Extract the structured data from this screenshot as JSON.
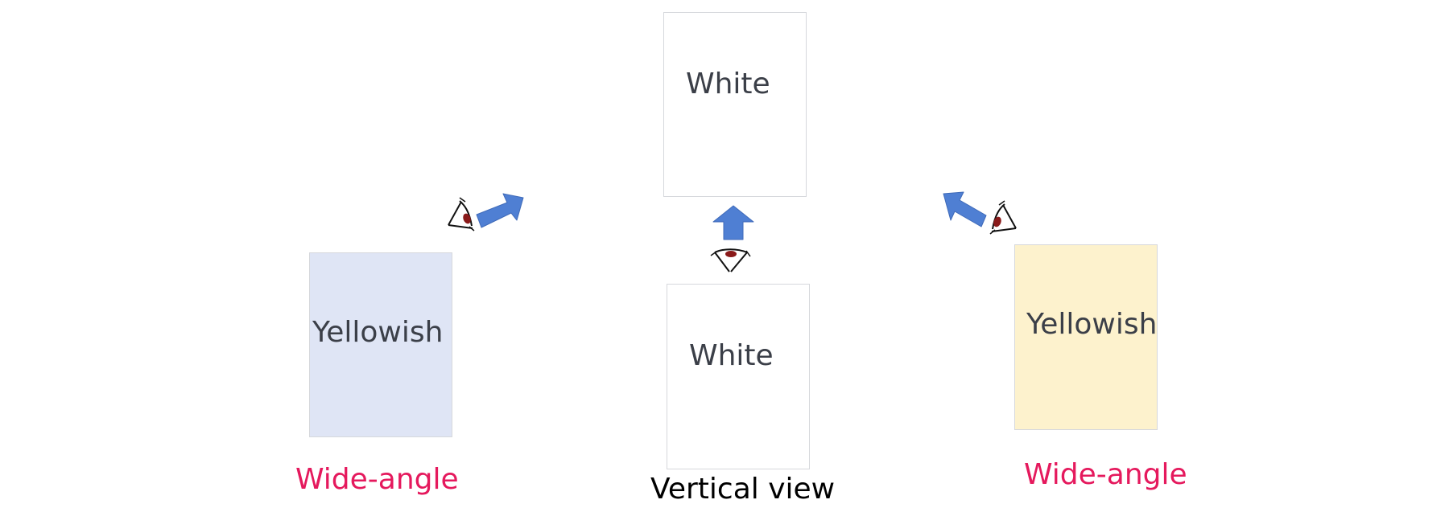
{
  "panels": {
    "top": {
      "label": "White",
      "fill": "#ffffff"
    },
    "bottom": {
      "label": "White",
      "fill": "#ffffff"
    },
    "left": {
      "label": "Yellowish",
      "fill": "#dfe5f5"
    },
    "right": {
      "label": "Yellowish",
      "fill": "#fdf2cd"
    }
  },
  "captions": {
    "left": {
      "text": "Wide-angle",
      "color": "#e5195d"
    },
    "center": {
      "text": "Vertical view",
      "color": "#000000"
    },
    "right": {
      "text": "Wide-angle",
      "color": "#e5195d"
    }
  },
  "colors": {
    "arrow_fill": "#4f7fd3",
    "arrow_stroke": "#3f6ab8",
    "eye_pupil": "#8a1a1a",
    "panel_border": "#d6d8dc",
    "label_text": "#3b3f48"
  },
  "icons": {
    "arrows": [
      "arrow-up-right-icon",
      "arrow-up-icon",
      "arrow-up-left-icon"
    ],
    "eyes": [
      "eye-left-icon",
      "eye-center-icon",
      "eye-right-icon"
    ]
  }
}
